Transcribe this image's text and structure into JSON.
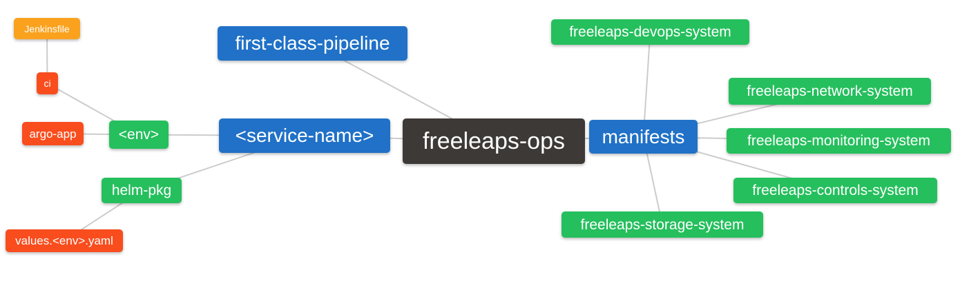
{
  "diagram": {
    "type": "mindmap",
    "background": "#FFFFFF",
    "edge_color": "#CCCCCC",
    "colors": {
      "root_dark": "#3D3936",
      "branch_blue": "#2071C7",
      "leaf_green": "#25BF5D",
      "leaf_red": "#F94D1E",
      "leaf_orange": "#FAA21E"
    },
    "nodes": [
      {
        "id": "jenkinsfile",
        "label": "Jenkinsfile",
        "color": "#FAA21E"
      },
      {
        "id": "ci",
        "label": "ci",
        "color": "#F94D1E"
      },
      {
        "id": "argo-app",
        "label": "argo-app",
        "color": "#F94D1E"
      },
      {
        "id": "env",
        "label": "<env>",
        "color": "#25BF5D"
      },
      {
        "id": "helm-pkg",
        "label": "helm-pkg",
        "color": "#25BF5D"
      },
      {
        "id": "values-env-yaml",
        "label": "values.<env>.yaml",
        "color": "#F94D1E"
      },
      {
        "id": "first-class-pipeline",
        "label": "first-class-pipeline",
        "color": "#2071C7"
      },
      {
        "id": "service-name",
        "label": "<service-name>",
        "color": "#2071C7"
      },
      {
        "id": "freeleaps-ops",
        "label": "freeleaps-ops",
        "color": "#3D3936"
      },
      {
        "id": "manifests",
        "label": "manifests",
        "color": "#2071C7"
      },
      {
        "id": "devops-system",
        "label": "freeleaps-devops-system",
        "color": "#25BF5D"
      },
      {
        "id": "network-system",
        "label": "freeleaps-network-system",
        "color": "#25BF5D"
      },
      {
        "id": "monitoring-system",
        "label": "freeleaps-monitoring-system",
        "color": "#25BF5D"
      },
      {
        "id": "controls-system",
        "label": "freeleaps-controls-system",
        "color": "#25BF5D"
      },
      {
        "id": "storage-system",
        "label": "freeleaps-storage-system",
        "color": "#25BF5D"
      }
    ],
    "edges": [
      [
        "jenkinsfile",
        "ci"
      ],
      [
        "ci",
        "env"
      ],
      [
        "argo-app",
        "env"
      ],
      [
        "env",
        "service-name"
      ],
      [
        "helm-pkg",
        "service-name"
      ],
      [
        "values-env-yaml",
        "helm-pkg"
      ],
      [
        "first-class-pipeline",
        "freeleaps-ops"
      ],
      [
        "service-name",
        "freeleaps-ops"
      ],
      [
        "freeleaps-ops",
        "manifests"
      ],
      [
        "manifests",
        "devops-system"
      ],
      [
        "manifests",
        "network-system"
      ],
      [
        "manifests",
        "monitoring-system"
      ],
      [
        "manifests",
        "controls-system"
      ],
      [
        "manifests",
        "storage-system"
      ]
    ]
  }
}
